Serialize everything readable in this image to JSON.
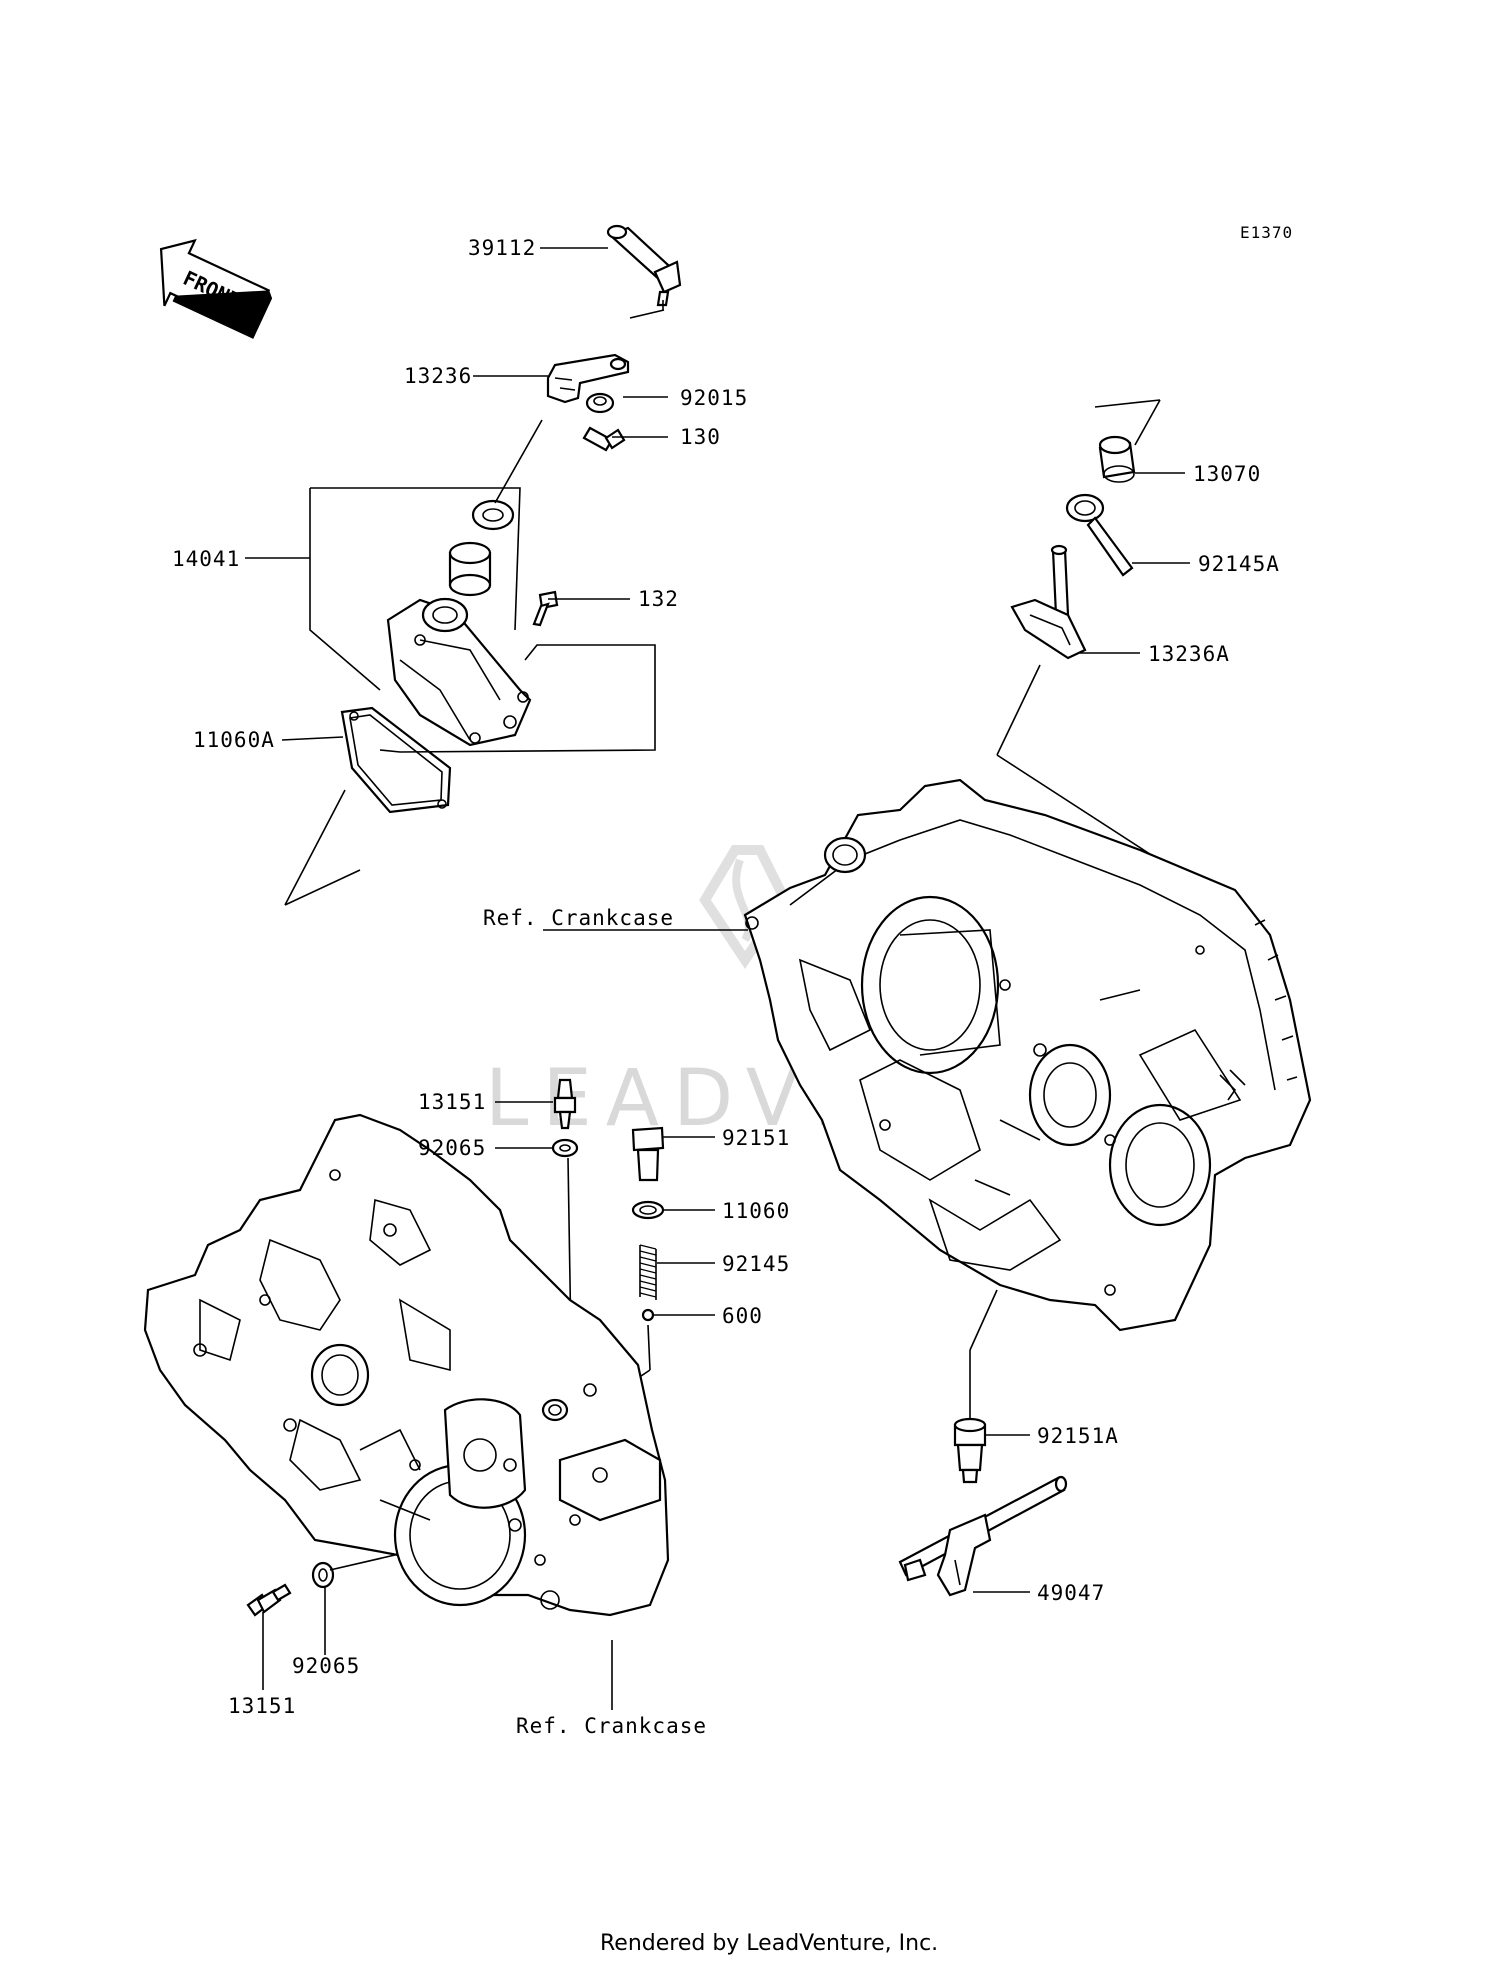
{
  "diagram_code": "E1370",
  "front_label": "FRONT",
  "watermark": "LEADVENTURE",
  "footer": "Rendered by LeadVenture, Inc.",
  "colors": {
    "line": "#000000",
    "background": "#ffffff",
    "watermark": "#d9d9d9"
  },
  "parts": [
    {
      "id": "p39112",
      "label": "39112"
    },
    {
      "id": "p13236",
      "label": "13236"
    },
    {
      "id": "p92015",
      "label": "92015"
    },
    {
      "id": "p130",
      "label": "130"
    },
    {
      "id": "p14041",
      "label": "14041"
    },
    {
      "id": "p132",
      "label": "132"
    },
    {
      "id": "p11060A",
      "label": "11060A"
    },
    {
      "id": "p13070",
      "label": "13070"
    },
    {
      "id": "p92145A",
      "label": "92145A"
    },
    {
      "id": "p13236A",
      "label": "13236A"
    },
    {
      "id": "refCrankcase1",
      "label": "Ref. Crankcase"
    },
    {
      "id": "p13151a",
      "label": "13151"
    },
    {
      "id": "p92065a",
      "label": "92065"
    },
    {
      "id": "p92151",
      "label": "92151"
    },
    {
      "id": "p11060",
      "label": "11060"
    },
    {
      "id": "p92145",
      "label": "92145"
    },
    {
      "id": "p600",
      "label": "600"
    },
    {
      "id": "p92151A",
      "label": "92151A"
    },
    {
      "id": "p49047",
      "label": "49047"
    },
    {
      "id": "p92065b",
      "label": "92065"
    },
    {
      "id": "p13151b",
      "label": "13151"
    },
    {
      "id": "refCrankcase2",
      "label": "Ref. Crankcase"
    }
  ]
}
